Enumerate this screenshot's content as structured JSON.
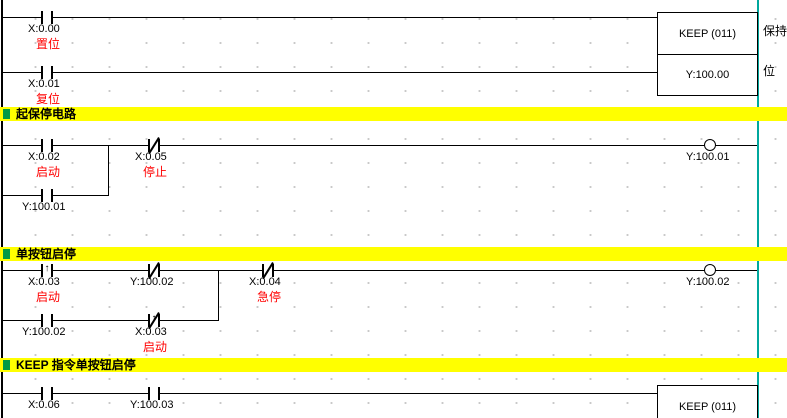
{
  "symbols": {
    "rising": "↑"
  },
  "sections": [
    {
      "title": "起保停电路"
    },
    {
      "title": "单按钮启停"
    },
    {
      "title": "KEEP 指令单按钮启停"
    }
  ],
  "rung1": {
    "c1": {
      "addr": "X:0.00",
      "label": "置位"
    },
    "c2": {
      "addr": "X:0.01",
      "label": "复位"
    },
    "keep": {
      "name": "KEEP (011)",
      "operand": "Y:100.00"
    },
    "comment": {
      "line1": "保持",
      "line2": "位"
    }
  },
  "rung2": {
    "c1": {
      "addr": "X:0.02",
      "label": "启动"
    },
    "c2": {
      "addr": "X:0.05",
      "label": "停止"
    },
    "branch": {
      "addr": "Y:100.01"
    },
    "coil": {
      "addr": "Y:100.01"
    }
  },
  "rung3": {
    "c1": {
      "addr": "X:0.03",
      "label": "启动"
    },
    "c2": {
      "addr": "Y:100.02"
    },
    "c3": {
      "addr": "X:0.04",
      "label": "急停"
    },
    "coil": {
      "addr": "Y:100.02"
    },
    "b1": {
      "addr": "Y:100.02"
    },
    "b2": {
      "addr": "X:0.03",
      "label": "启动"
    }
  },
  "rung4": {
    "c1": {
      "addr": "X:0.06"
    },
    "c2": {
      "addr": "Y:100.03"
    },
    "keep": {
      "name": "KEEP (011)"
    }
  }
}
